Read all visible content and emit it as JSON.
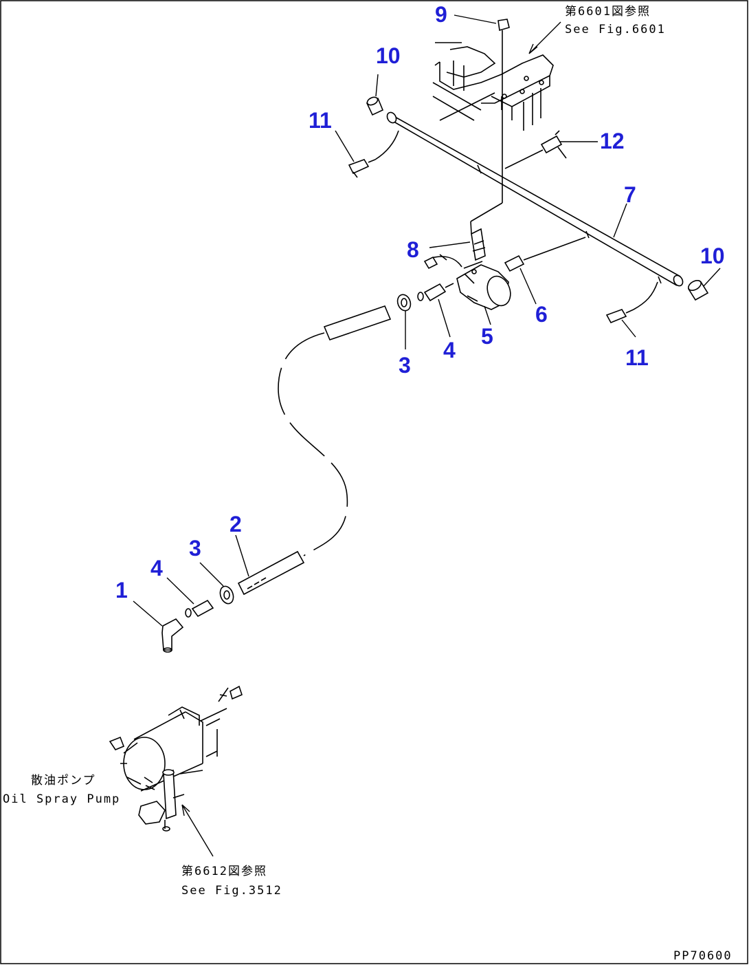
{
  "callouts": {
    "c1": "1",
    "c2": "2",
    "c3_upper": "3",
    "c3_lower": "3",
    "c4_upper": "4",
    "c4_lower": "4",
    "c5": "5",
    "c6": "6",
    "c7": "7",
    "c8": "8",
    "c9": "9",
    "c10_left": "10",
    "c10_right": "10",
    "c11_left": "11",
    "c11_right": "11",
    "c12": "12"
  },
  "notes": {
    "ref_top_jp": "第6601図参照",
    "ref_top_en": "See Fig.6601",
    "pump_jp": "散油ポンプ",
    "pump_en": "Oil Spray Pump",
    "ref_bottom_jp": "第6612図参照",
    "ref_bottom_en": "See Fig.3512",
    "drawing_code": "PP70600"
  },
  "colors": {
    "callout": "#1f1fd6",
    "line": "#000000"
  }
}
